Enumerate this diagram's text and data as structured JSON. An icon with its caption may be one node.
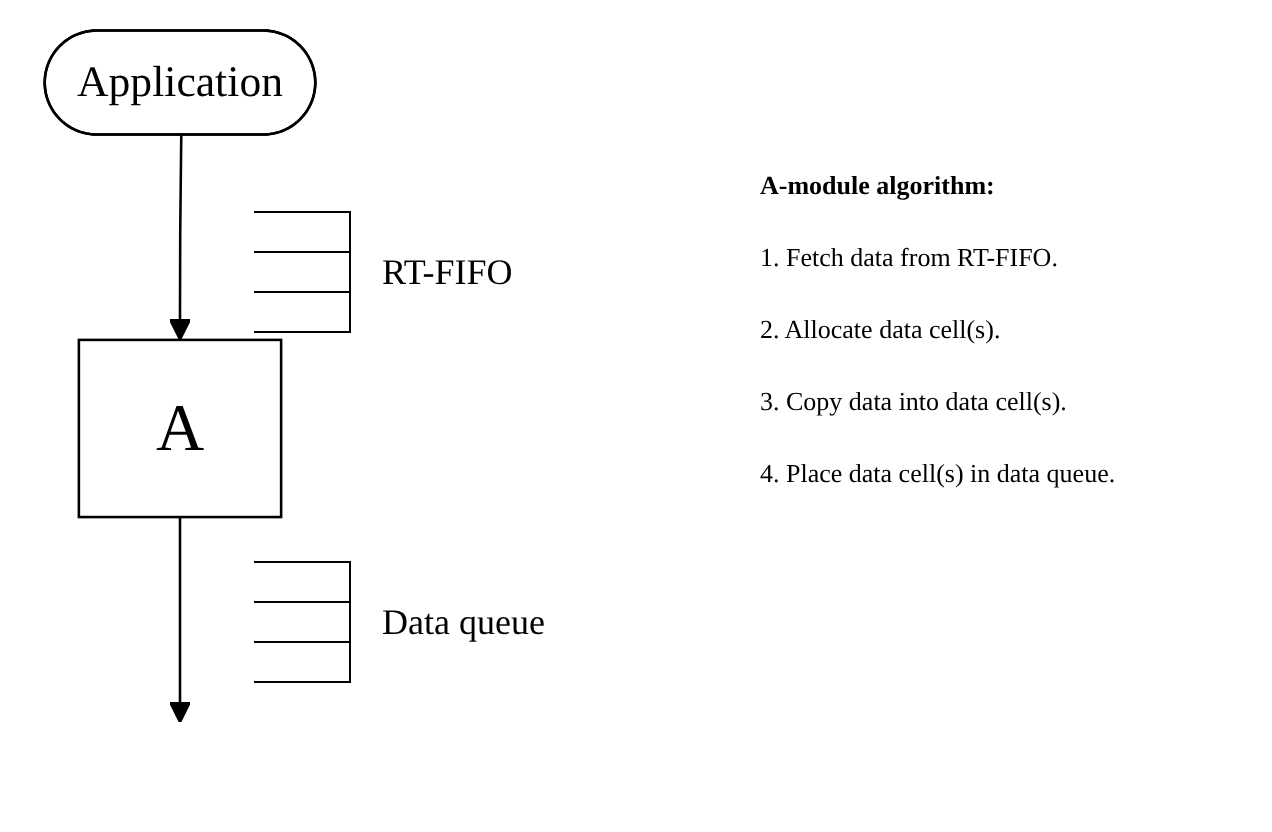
{
  "diagram": {
    "nodes": [
      {
        "text": [
          "Application"
        ]
      },
      {
        "text": [
          "A"
        ]
      }
    ],
    "edges": [
      {
        "from": 0,
        "to": 1,
        "arrow": "to"
      },
      {
        "from": 1,
        "to": null,
        "arrow": "to"
      }
    ],
    "labels": [
      "RT-FIFO",
      "A-module algorithm:",
      "1. Fetch data from RT-FIFO.",
      "2. Allocate data cell(s).",
      "3. Copy data into data cell(s).",
      "Data queue",
      "4. Place data cell(s) in data queue."
    ]
  }
}
